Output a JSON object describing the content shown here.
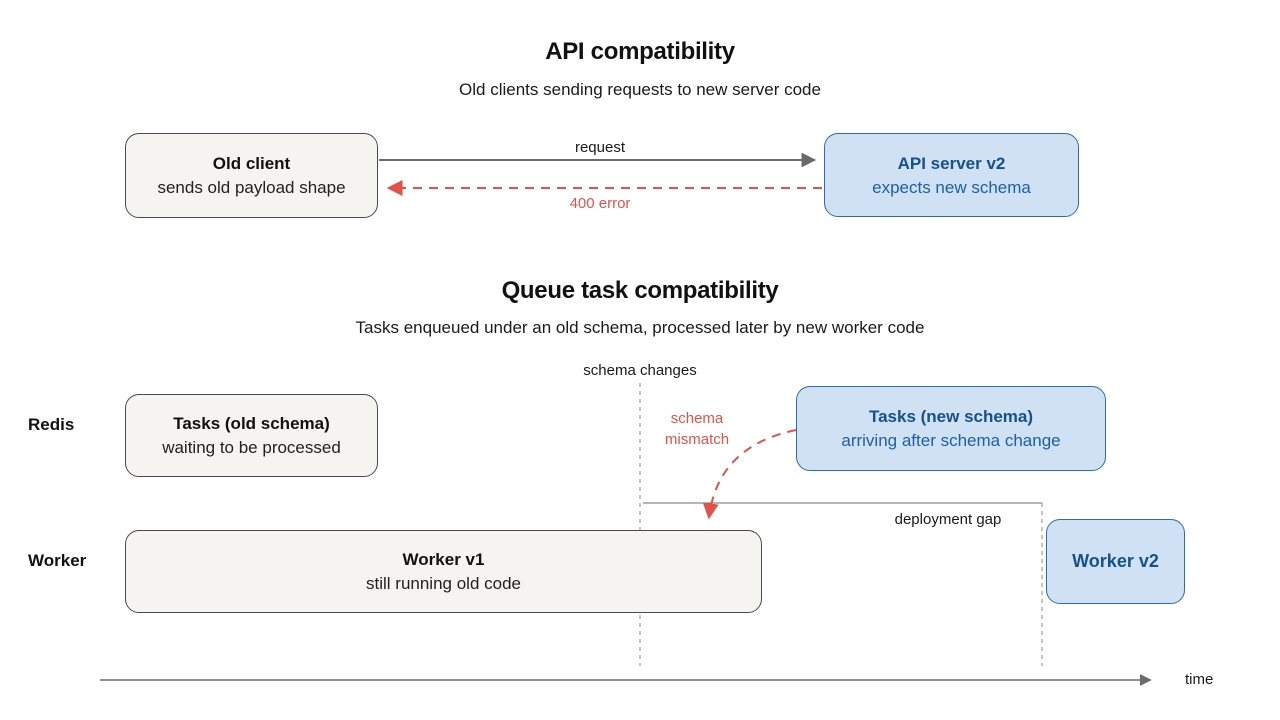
{
  "api_section": {
    "title": "API compatibility",
    "subtitle": "Old clients sending requests to new server code",
    "client_box": {
      "title": "Old client",
      "subtitle": "sends old payload shape"
    },
    "server_box": {
      "title": "API server v2",
      "subtitle": "expects new schema"
    },
    "request_label": "request",
    "error_label": "400 error"
  },
  "queue_section": {
    "title": "Queue task compatibility",
    "subtitle": "Tasks enqueued under an old schema, processed later by new worker code",
    "schema_changes_label": "schema changes",
    "schema_mismatch_label": "schema mismatch",
    "deployment_gap_label": "deployment gap",
    "rows": {
      "redis": "Redis",
      "worker": "Worker"
    },
    "old_tasks_box": {
      "title": "Tasks (old schema)",
      "subtitle": "waiting to be processed"
    },
    "new_tasks_box": {
      "title": "Tasks (new schema)",
      "subtitle": "arriving after schema change"
    },
    "worker_v1_box": {
      "title": "Worker v1",
      "subtitle": "still running old code"
    },
    "worker_v2_box": {
      "title": "Worker v2"
    },
    "time_label": "time"
  },
  "colors": {
    "gray_box_fill": "#f5f4f1",
    "gray_box_border": "#4a4a4a",
    "blue_box_fill": "#cfe1f2",
    "blue_box_border": "#2e6da8",
    "blue_text": "#17508f",
    "error_red": "#e3514a",
    "arrow_gray": "#6b6b6b",
    "dashed_guide_gray": "#8a8a8a"
  }
}
